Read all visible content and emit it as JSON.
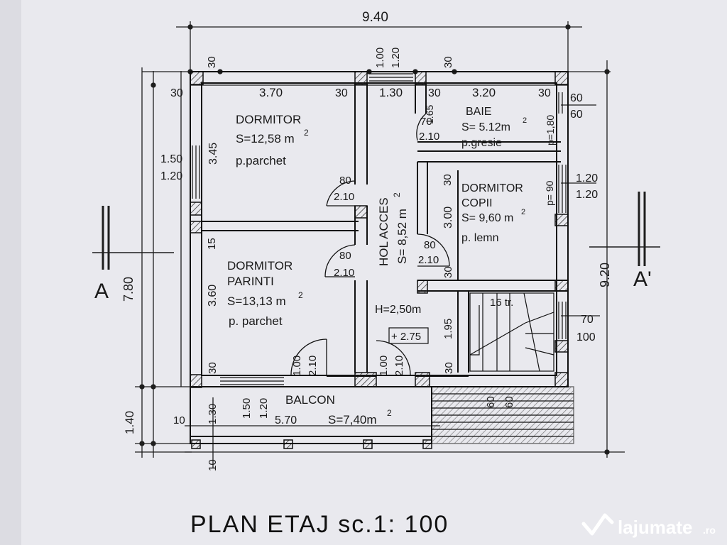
{
  "plan": {
    "title": "PLAN ETAJ sc.1: 100",
    "watermark": "lajumate",
    "watermark_tld": ".ro",
    "section_left": "A",
    "section_right": "A'",
    "dims": {
      "overall_width": "9.40",
      "overall_height_left": "7.80",
      "overall_height_right": "9.20",
      "balcony_depth": "1.40",
      "top_30_a": "30",
      "top_window_100": "1.00",
      "top_window_120": "1.20",
      "top_30_b": "30",
      "wall_30_left": "30",
      "room1_width": "3.70",
      "wall_30_mid": "30",
      "hall_width": "1.30",
      "wall_30_mid2": "30",
      "bath_width": "3.20",
      "wall_30_right": "30",
      "right_60_a": "60",
      "right_60_b": "60",
      "bath_p": "p=1,80",
      "bath_door_70": "70",
      "bath_door_210": "2.10",
      "bath_165": "1.65",
      "left_150": "1.50",
      "left_120": "1.20",
      "left_345": "3.45",
      "door_80_a": "80",
      "door_210_a": "2.10",
      "kids_30_top": "30",
      "kids_300": "3.00",
      "kids_30_bottom": "30",
      "kids_door_80": "80",
      "kids_door_210": "2.10",
      "right_120_a": "1.20",
      "right_120_b": "1.20",
      "kids_p": "p= 90",
      "wall_15": "15",
      "door_80_b": "80",
      "door_210_b": "2.10",
      "left_360": "3.60",
      "ceiling_h": "H=2,50m",
      "level": "+ 2.75",
      "stair_195": "1.95",
      "stair_steps": "16 tr.",
      "right_70": "70",
      "right_100": "100",
      "wall_30_low": "30",
      "balcony_door_100": "1.00",
      "balcony_door_210": "2.10",
      "hall_door_100": "1.00",
      "hall_door_210": "2.10",
      "stair_30": "30",
      "stair_60_a": "60",
      "stair_60_b": "60",
      "balc_130": "1.30",
      "balc_150": "1.50",
      "balc_120": "1.20",
      "balc_570": "5.70",
      "left_10": "10",
      "bottom_10": "10"
    },
    "rooms": [
      {
        "name": "DORMITOR",
        "area": "S=12,58 m",
        "sup": "2",
        "floor": "p.parchet"
      },
      {
        "name": "BAIE",
        "area": "S= 5.12m",
        "sup": "2",
        "floor": "p.gresie"
      },
      {
        "name": "DORMITOR",
        "name2": "COPII",
        "area": "S= 9,60 m",
        "sup": "2",
        "floor": "p. lemn"
      },
      {
        "name": "HOL ACCES",
        "area": "S= 8,52 m",
        "sup": "2"
      },
      {
        "name": "DORMITOR",
        "name2": "PARINTI",
        "area": "S=13,13 m",
        "sup": "2",
        "floor": "p. parchet"
      },
      {
        "name": "BALCON",
        "area": "S=7,40m",
        "sup": "2"
      }
    ]
  }
}
